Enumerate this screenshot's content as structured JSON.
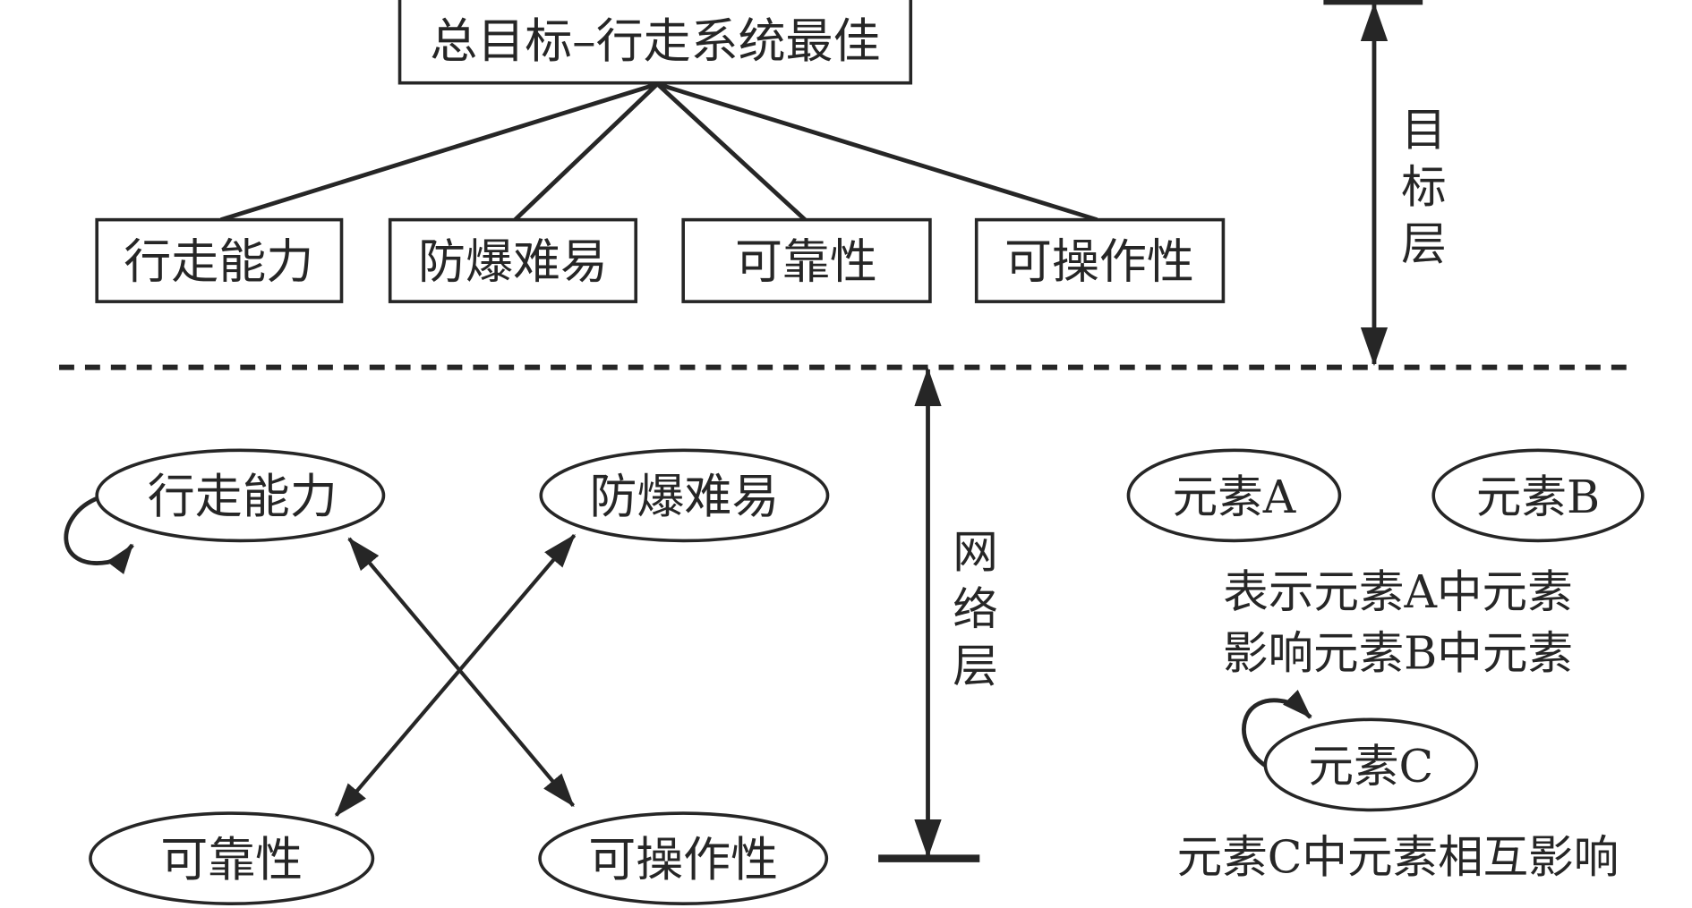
{
  "goal_layer": {
    "top_goal": "总目标–行走系统最佳",
    "criteria": [
      "行走能力",
      "防爆难易",
      "可靠性",
      "可操作性"
    ],
    "layer_label": [
      "目",
      "标",
      "层"
    ]
  },
  "network_layer": {
    "nodes": [
      "行走能力",
      "防爆难易",
      "可靠性",
      "可操作性"
    ],
    "layer_label": [
      "网",
      "络",
      "层"
    ],
    "relations": [
      {
        "from": "行走能力",
        "to": "可操作性",
        "type": "bidirectional"
      },
      {
        "from": "防爆难易",
        "to": "可靠性",
        "type": "bidirectional"
      },
      {
        "from": "行走能力",
        "to": "行走能力",
        "type": "self-loop"
      }
    ]
  },
  "legend": {
    "element_a": "元素A",
    "element_b": "元素B",
    "ab_caption_line1": "表示元素A中元素",
    "ab_caption_line2": "影响元素B中元素",
    "element_c": "元素C",
    "c_caption": "元素C中元素相互影响"
  },
  "colors": {
    "ink": "#262626",
    "background": "#ffffff"
  }
}
